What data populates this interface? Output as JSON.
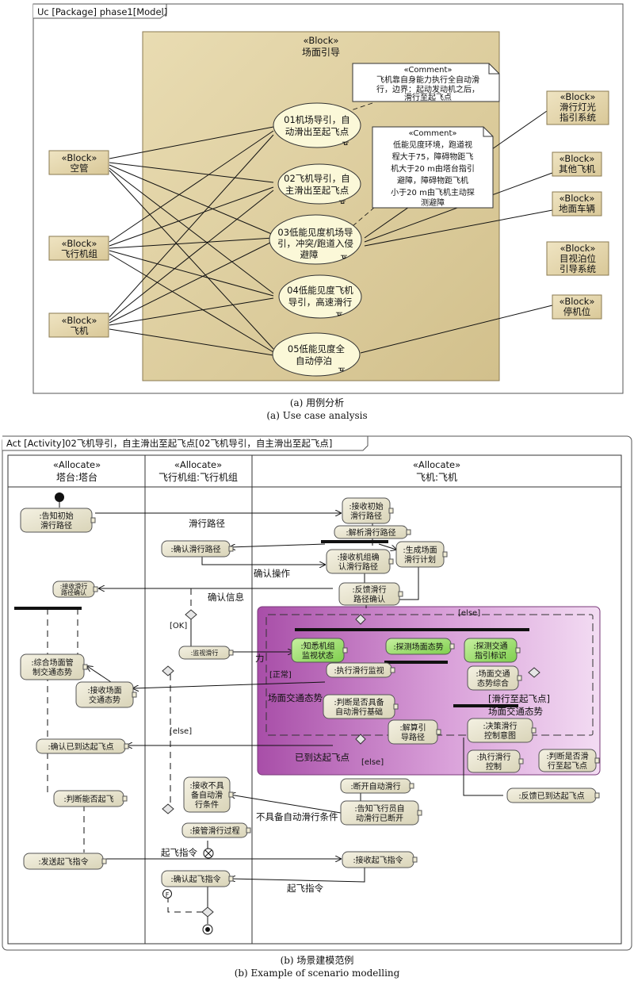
{
  "uc": {
    "frame_title": "Uc [Package] phase1[Model]",
    "block_stereo": "«Block»",
    "block_title": "场面引导",
    "comment_stereo": "«Comment»",
    "comment1": [
      "飞机靠自身能力执行全自动滑",
      "行，边界：起动发动机之后，",
      "滑行至起飞点"
    ],
    "comment2": [
      "低能见度环境，跑道视",
      "程大于75，障碍物距飞",
      "机大于20 m由塔台指引",
      "避障，障碍物距飞机",
      "小于20 m由飞机主动探",
      "测避障"
    ],
    "usecases": [
      [
        "01机场导引，自",
        "动滑出至起飞点"
      ],
      [
        "02飞机导引，自",
        "主滑出至起飞点"
      ],
      [
        "03低能见度机场导",
        "引，冲突/跑道入侵",
        "避障"
      ],
      [
        "04低能见度飞机",
        "导引，高速滑行"
      ],
      [
        "05低能见度全",
        "自动停泊"
      ]
    ],
    "actors_left": [
      "空管",
      "飞行机组",
      "飞机"
    ],
    "actors_right": [
      [
        "滑行灯光",
        "指引系统"
      ],
      [
        "其他飞机"
      ],
      [
        "地面车辆"
      ],
      [
        "目视泊位",
        "引导系统"
      ],
      [
        "停机位"
      ]
    ]
  },
  "caption_a_cn": "(a) 用例分析",
  "caption_a_en": "(a) Use case analysis",
  "act": {
    "frame_title": "Act [Activity]02飞机导引，自主滑出至起飞点[02飞机导引，自主滑出至起飞点]",
    "lane_stereo": "«Allocate»",
    "lanes": [
      "塔台:塔台",
      "飞行机组:飞行机组",
      "飞机:飞机"
    ],
    "actions": {
      "tower_notify": [
        ":告知初始",
        "滑行路径"
      ],
      "tower_confirm_small": [
        ":接收滑行",
        "路径确认"
      ],
      "tower_integrate": [
        ":综合场面管",
        "制交通态势"
      ],
      "tower_receive": [
        ":接收场面",
        "交通态势"
      ],
      "tower_confirm_reach": ":确认已到达起飞点",
      "tower_judge": ":判断能否起飞",
      "tower_send": ":发送起飞指令",
      "crew_confirm_path": ":确认滑行路径",
      "crew_monitor": ":监视滑行",
      "crew_recv_cond": [
        ":接收不具",
        "备自动滑",
        "行条件"
      ],
      "crew_takeover": ":接管滑行过程",
      "crew_confirm_to": ":确认起飞指令",
      "ac_recv_init": [
        ":接收初始",
        "滑行路径"
      ],
      "ac_parse": ":解析滑行路径",
      "ac_gen_plan": [
        ":生成场面",
        "滑行计划"
      ],
      "ac_recv_crew": [
        ":接收机组确",
        "认滑行路径"
      ],
      "ac_feedback": [
        ":反馈滑行",
        "路径确认"
      ],
      "ac_know_crew": [
        ":知悉机组",
        "监视状态"
      ],
      "ac_detect_surface": ":探测场面态势",
      "ac_detect_light": [
        ":探测交通",
        "指引标识"
      ],
      "ac_exec_monitor": ":执行滑行监视",
      "ac_surface_integrate": [
        ":场面交通",
        "态势综合"
      ],
      "ac_judge_base": [
        ":判断是否具备",
        "自动滑行基础"
      ],
      "ac_solve": [
        ":解算引",
        "导路径"
      ],
      "ac_decide": [
        ":决策滑行",
        "控制意图"
      ],
      "ac_exec_ctrl": [
        ":执行滑行",
        "控制"
      ],
      "ac_judge_reach": [
        ":判断是否滑",
        "行至起飞点"
      ],
      "ac_disconnect": ":断开自动滑行",
      "ac_notify": [
        ":告知飞行员自",
        "动滑行已断开"
      ],
      "ac_feedback_reach": ":反馈已到达起飞点",
      "ac_recv_to": ":接收起飞指令"
    },
    "labels": {
      "path": "滑行路径",
      "confirm_op": "确认操作",
      "confirm_info": "确认信息",
      "ok": "[OK]",
      "else": "[else]",
      "normal": "[正常]",
      "surface_traffic": "场面交通态势",
      "taxi_to": "[滑行至起飞点]",
      "reached": "已到达起飞点",
      "no_auto": "不具备自动滑行条件",
      "takeoff_cmd": "起飞指令",
      "f": "F",
      "li": "力"
    }
  },
  "caption_b_cn": "(b) 场景建模范例",
  "caption_b_en": "(b) Example of scenario modelling"
}
